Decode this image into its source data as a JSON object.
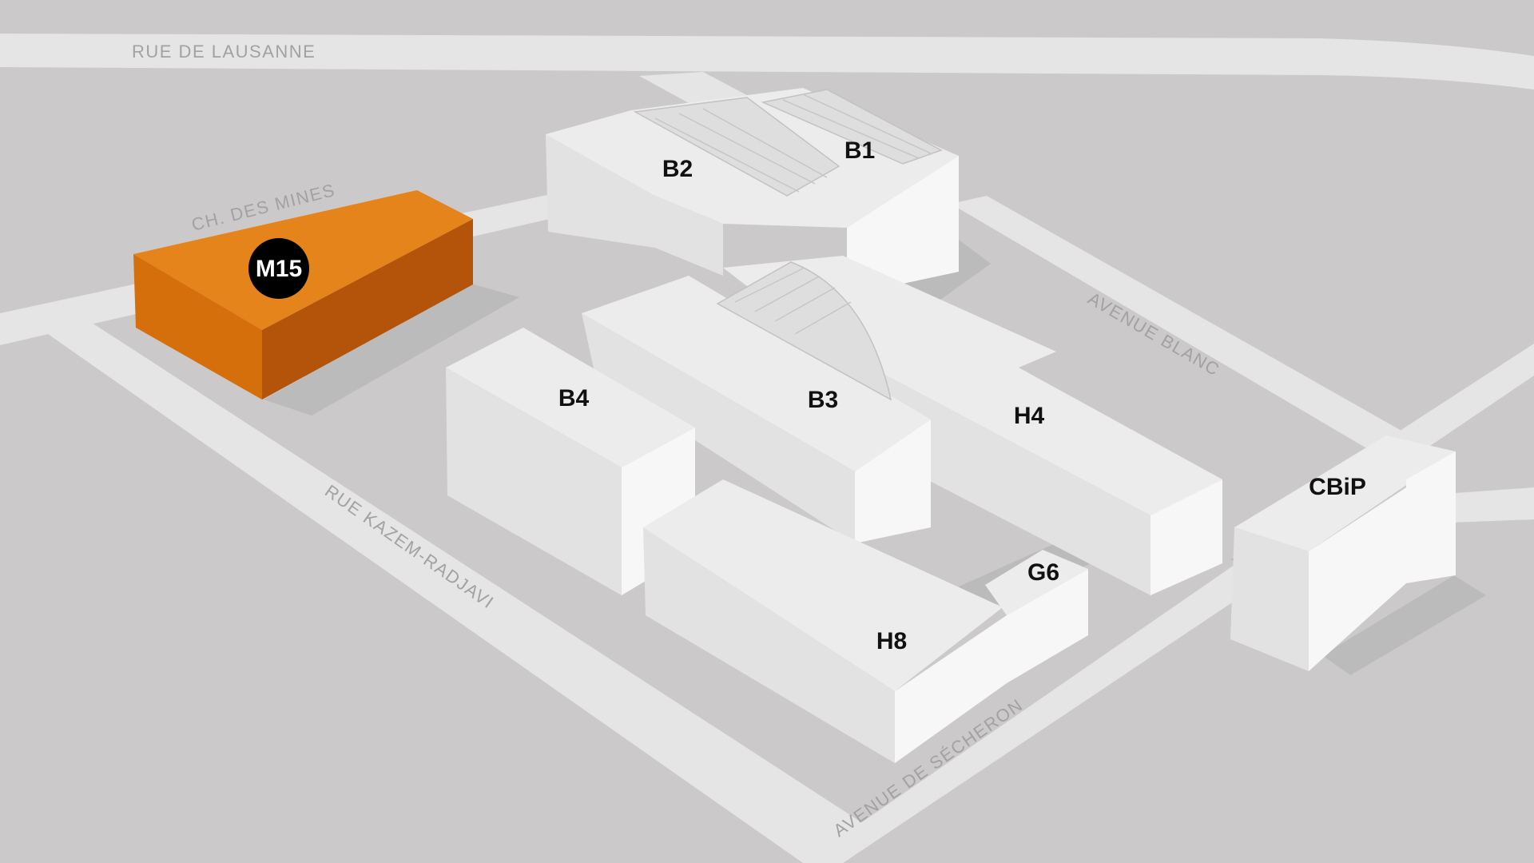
{
  "map": {
    "streets": [
      {
        "id": "rue-de-lausanne",
        "label": "RUE DE LAUSANNE"
      },
      {
        "id": "ch-des-mines",
        "label": "CH. DES MINES"
      },
      {
        "id": "avenue-blanc",
        "label": "AVENUE BLANC"
      },
      {
        "id": "rue-kazem-radjavi",
        "label": "RUE KAZEM-RADJAVI"
      },
      {
        "id": "avenue-de-secheron",
        "label": "AVENUE DE SÉCHERON"
      }
    ],
    "buildings": [
      {
        "id": "B1",
        "label": "B1"
      },
      {
        "id": "B2",
        "label": "B2"
      },
      {
        "id": "B3",
        "label": "B3"
      },
      {
        "id": "B4",
        "label": "B4"
      },
      {
        "id": "H4",
        "label": "H4"
      },
      {
        "id": "H8",
        "label": "H8"
      },
      {
        "id": "G6",
        "label": "G6"
      },
      {
        "id": "CBiP",
        "label": "CBiP"
      }
    ],
    "highlight": {
      "id": "M15",
      "label": "M15",
      "color": "#e5841a",
      "badge_color": "#000000"
    },
    "colors": {
      "ground": "#cbc9ca",
      "road": "#e6e5e6",
      "building": "#ececec",
      "street_label": "#a3a1a3"
    }
  }
}
